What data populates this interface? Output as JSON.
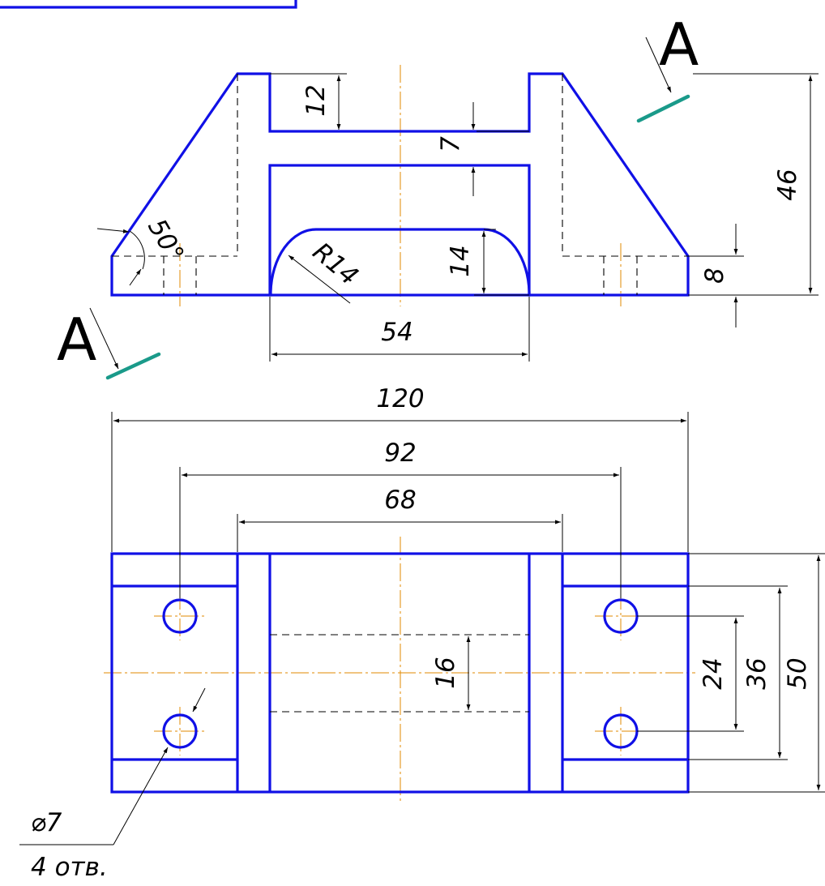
{
  "section_label": "A",
  "dimensions": {
    "d12": "12",
    "d7": "7",
    "d46": "46",
    "d8": "8",
    "angle": "50°",
    "radius": "R14",
    "d14": "14",
    "d54": "54",
    "d120": "120",
    "d92": "92",
    "d68": "68",
    "d16": "16",
    "d24": "24",
    "d36": "36",
    "d50": "50"
  },
  "hole_note": {
    "diameter": "⌀7",
    "count": "4 отв."
  },
  "colors": {
    "part": "#1010e6",
    "centerline": "#e08a00",
    "cutting_plane": "#1a9a8a"
  }
}
